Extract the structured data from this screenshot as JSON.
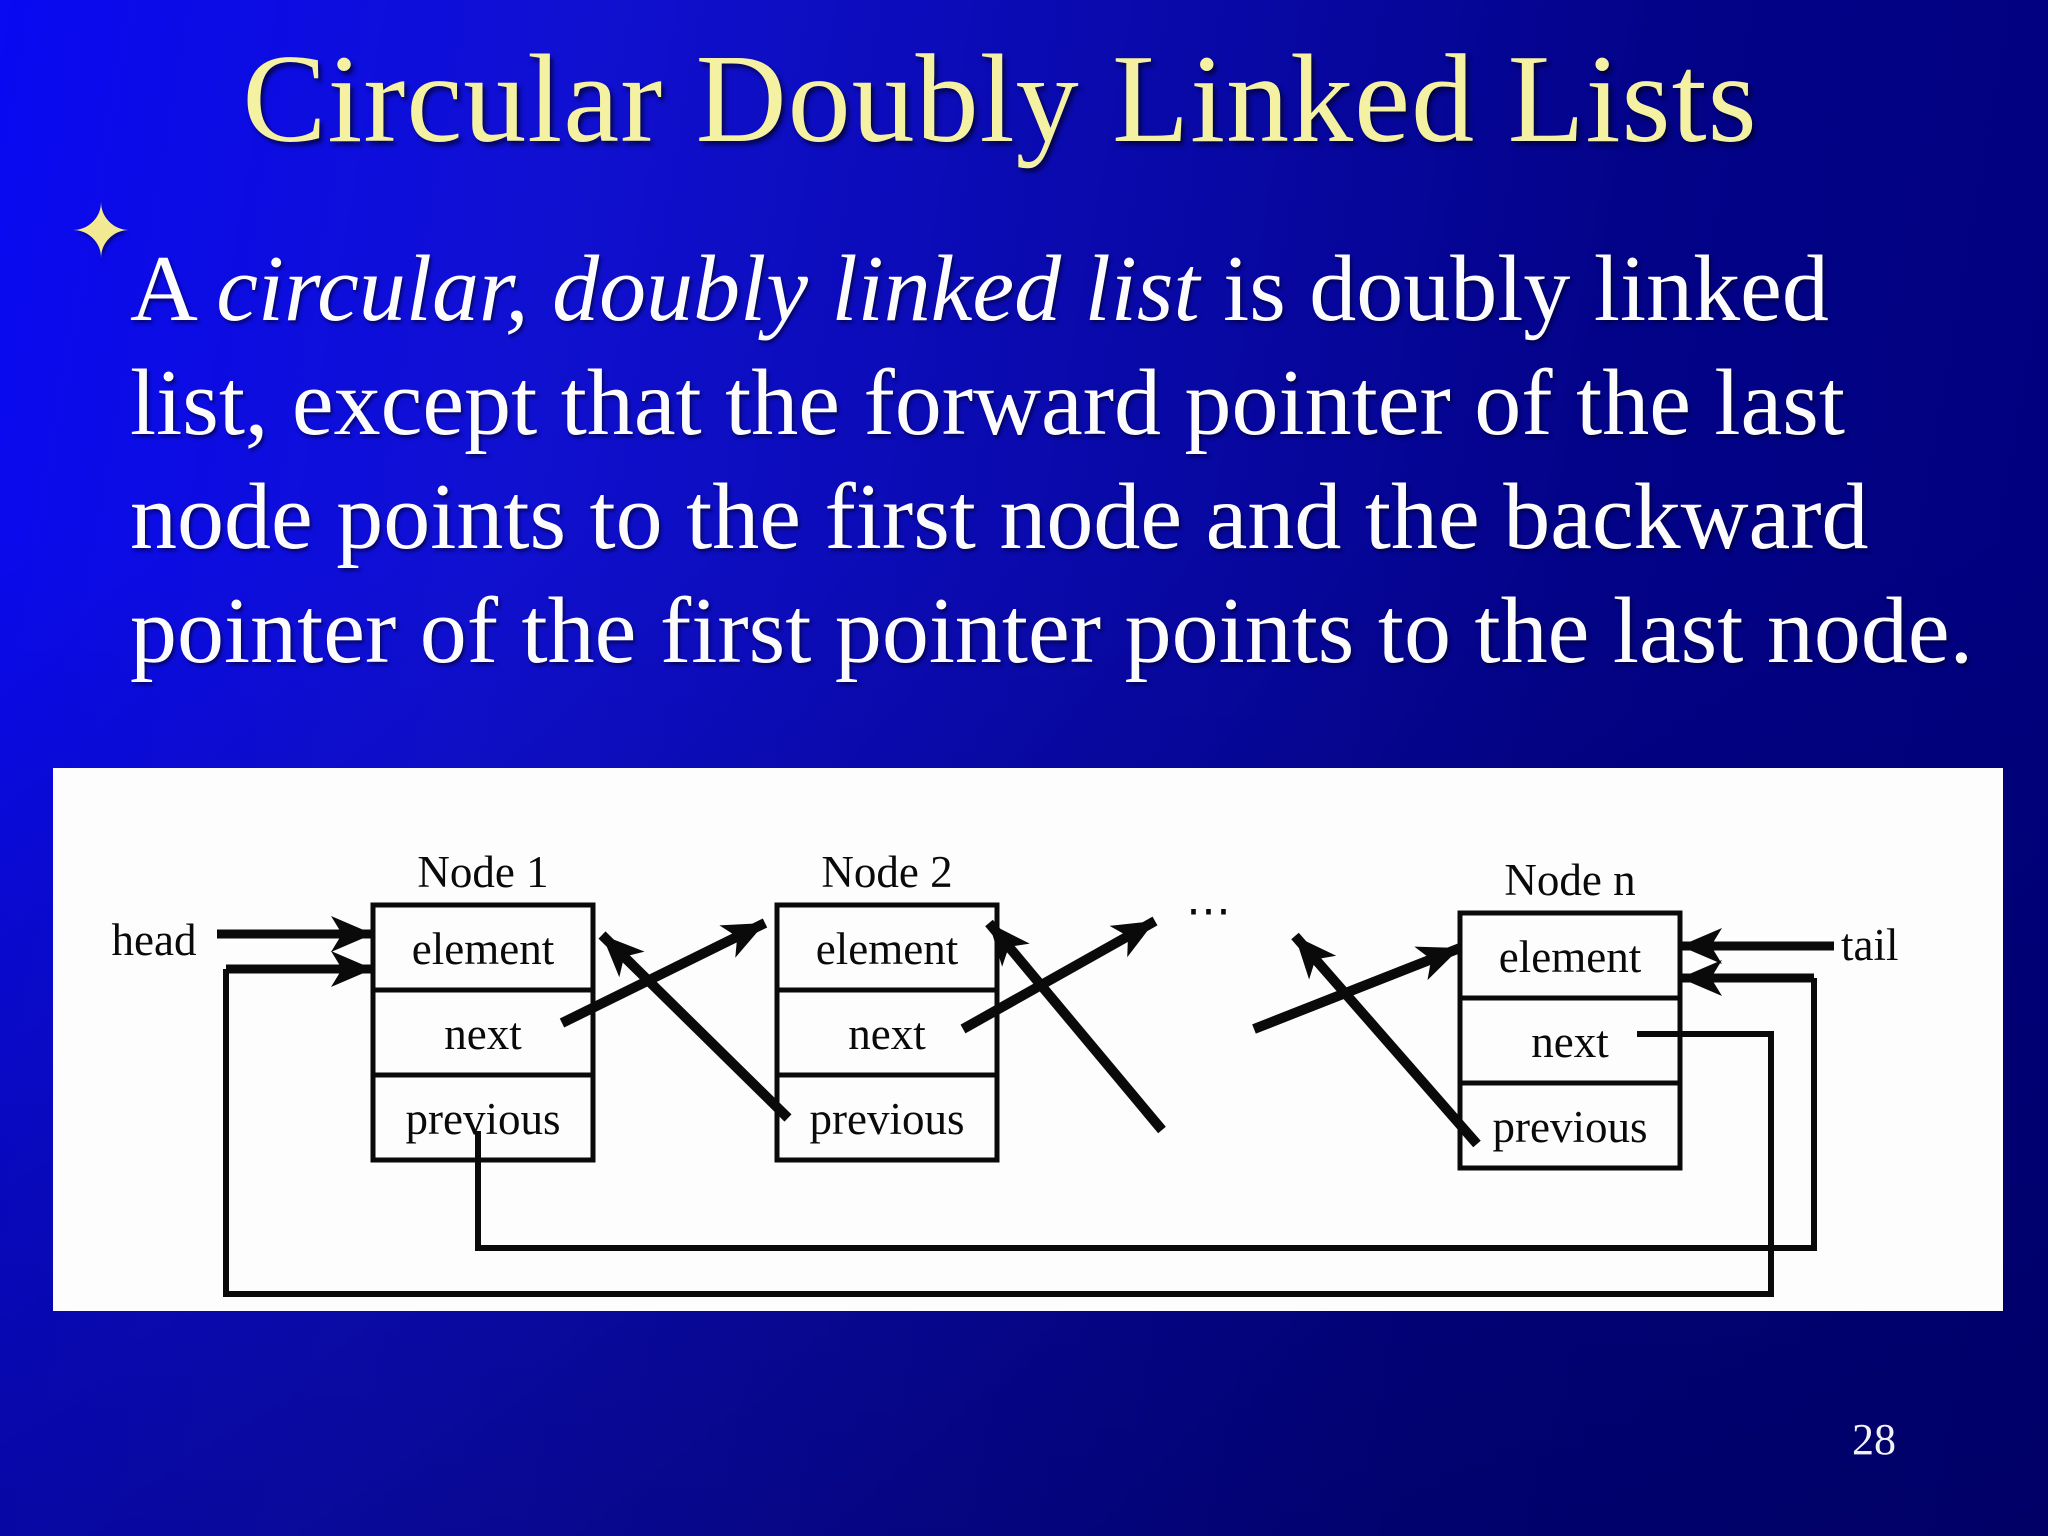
{
  "slide": {
    "title": "Circular Doubly Linked Lists",
    "page_number": "28",
    "colors": {
      "background_bright": "#0909f2",
      "background_dark": "#00007c",
      "title_text": "#f5f1a3",
      "body_text": "#fcfcfc",
      "bullet_star": "#f2e992",
      "diagram_background": "#fdfdfd",
      "diagram_ink": "#0a0a0a"
    },
    "bullet": {
      "marker": "✦",
      "line1_plain1": "A ",
      "line1_italic": "circular, doubly linked list",
      "line1_plain2": " is doubly linked",
      "line2": "list, except that the forward pointer of the last",
      "line3": "node points to the first node and the backward",
      "line4": "pointer of the first pointer points to the last node."
    },
    "diagram": {
      "head_label": "head",
      "tail_label": "tail",
      "ellipsis": "⋯",
      "nodes": [
        {
          "title": "Node 1",
          "fields": [
            "element",
            "next",
            "previous"
          ]
        },
        {
          "title": "Node 2",
          "fields": [
            "element",
            "next",
            "previous"
          ]
        },
        {
          "title": "Node n",
          "fields": [
            "element",
            "next",
            "previous"
          ]
        }
      ]
    }
  }
}
